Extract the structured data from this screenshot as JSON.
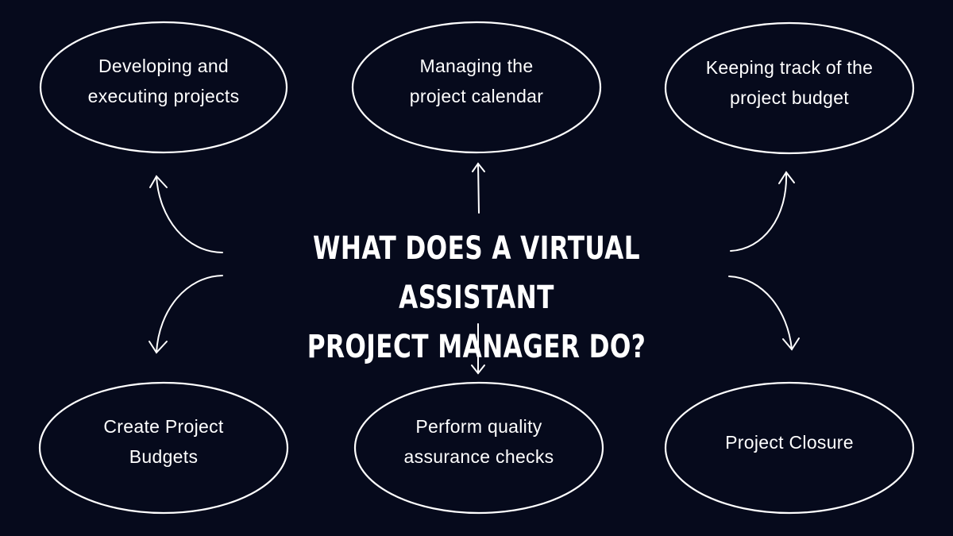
{
  "diagram": {
    "type": "mind-map",
    "background_color": "#060a1c",
    "stroke_color": "#ffffff",
    "center": {
      "title_line1": "WHAT DOES A VIRTUAL ASSISTANT",
      "title_line2": "PROJECT MANAGER DO?"
    },
    "nodes": [
      {
        "id": "top-left",
        "line1": "Developing and",
        "line2": "executing projects"
      },
      {
        "id": "top-center",
        "line1": "Managing the",
        "line2": "project calendar"
      },
      {
        "id": "top-right",
        "line1": "Keeping track of the",
        "line2": "project budget"
      },
      {
        "id": "bottom-left",
        "line1": "Create Project",
        "line2": "Budgets"
      },
      {
        "id": "bottom-center",
        "line1": "Perform quality",
        "line2": "assurance checks"
      },
      {
        "id": "bottom-right",
        "line1": "Project Closure",
        "line2": ""
      }
    ],
    "edges": [
      {
        "from": "center",
        "to": "top-left"
      },
      {
        "from": "center",
        "to": "top-center"
      },
      {
        "from": "center",
        "to": "top-right"
      },
      {
        "from": "center",
        "to": "bottom-left"
      },
      {
        "from": "center",
        "to": "bottom-center"
      },
      {
        "from": "center",
        "to": "bottom-right"
      }
    ]
  }
}
